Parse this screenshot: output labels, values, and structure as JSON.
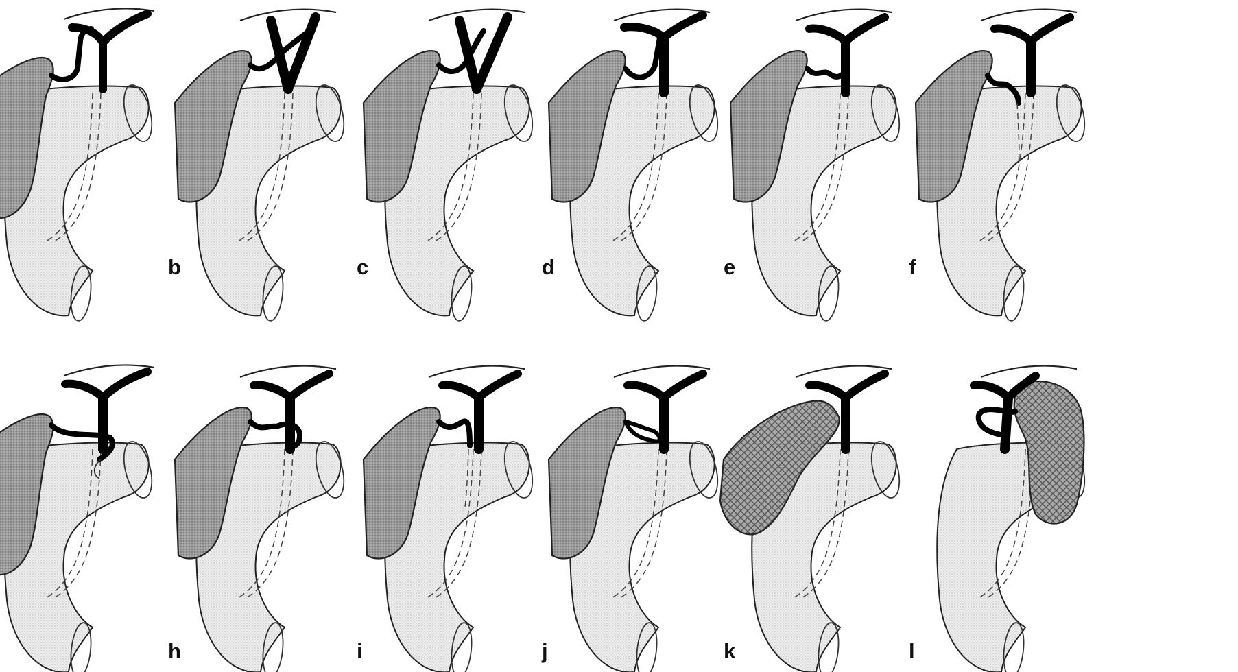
{
  "figure": {
    "rows": [
      {
        "row": 1,
        "labels": [
          "b",
          "c",
          "d",
          "e",
          "f"
        ]
      },
      {
        "row": 2,
        "labels": [
          "h",
          "i",
          "j",
          "k",
          "l"
        ]
      }
    ],
    "colors": {
      "line": "#000000",
      "duodenum_fill": "#ededed",
      "gallbladder_fill": "#9a9a9a",
      "background": "#ffffff"
    }
  }
}
